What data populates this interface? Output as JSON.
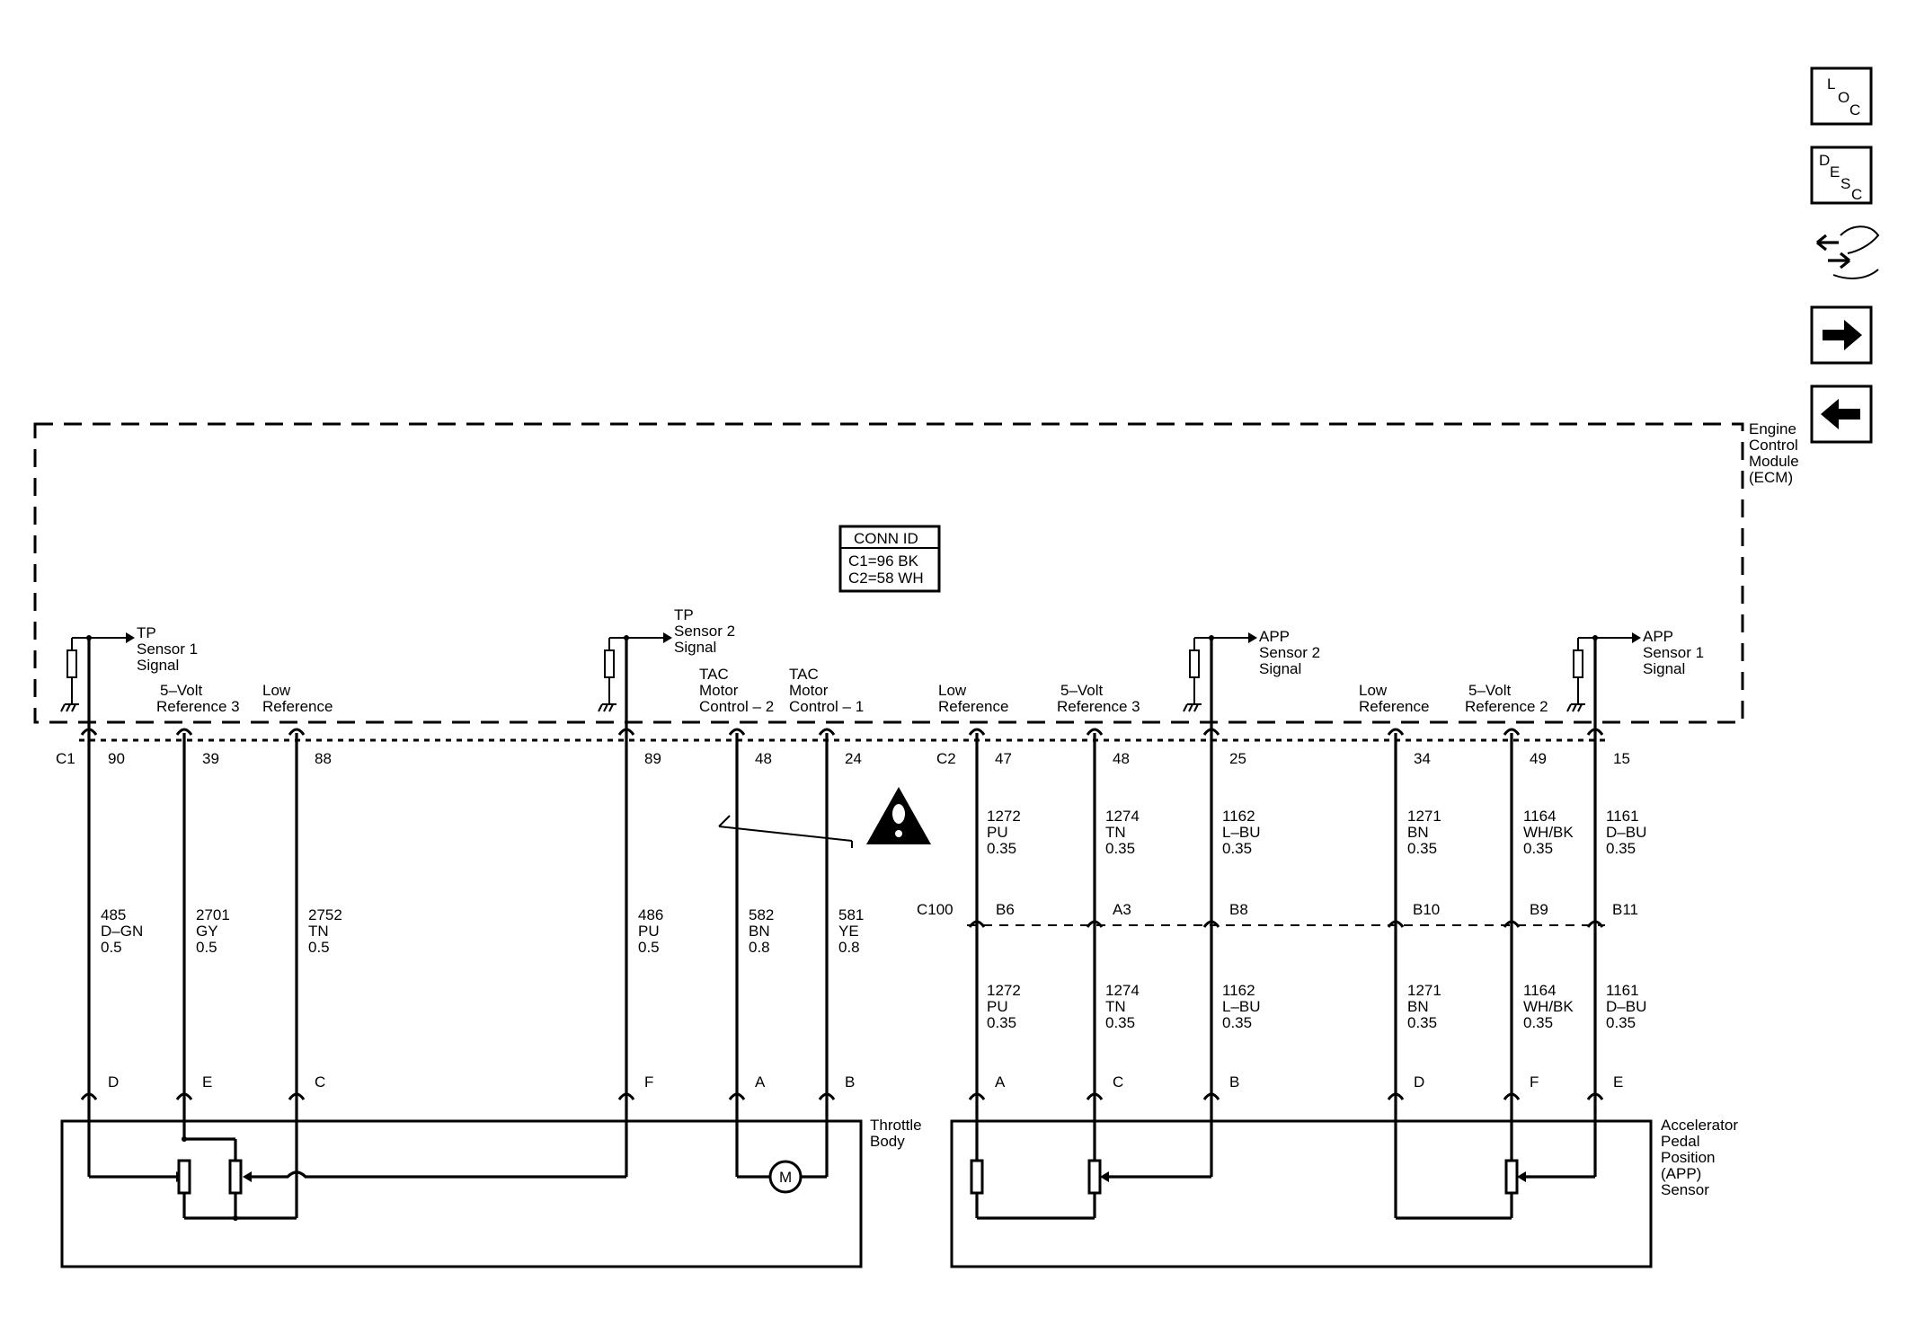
{
  "nav": {
    "loc": {
      "l1": "L",
      "l2": "O",
      "l3": "C"
    },
    "desc": {
      "l1": "D",
      "l2": "E",
      "l3": "S",
      "l4": "C"
    }
  },
  "module": {
    "name": [
      "Engine",
      "Control",
      "Module",
      "(ECM)"
    ],
    "conn_id": {
      "title": "CONN ID",
      "c1": "C1=96 BK",
      "c2": "C2=58 WH"
    }
  },
  "signals": {
    "tp1": [
      "TP",
      "Sensor 1",
      "Signal"
    ],
    "tp2": [
      "TP",
      "Sensor 2",
      "Signal"
    ],
    "app2": [
      "APP",
      "Sensor 2",
      "Signal"
    ],
    "app1": [
      "APP",
      "Sensor 1",
      "Signal"
    ]
  },
  "circuit_labels": {
    "ref3_left": [
      "5–Volt",
      "Reference 3"
    ],
    "low_left": [
      "Low",
      "Reference"
    ],
    "tac2": [
      "TAC",
      "Motor",
      "Control – 2"
    ],
    "tac1": [
      "TAC",
      "Motor",
      "Control – 1"
    ],
    "low_c2": [
      "Low",
      "Reference"
    ],
    "ref3_c2": [
      "5–Volt",
      "Reference 3"
    ],
    "low_right": [
      "Low",
      "Reference"
    ],
    "ref2": [
      "5–Volt",
      "Reference 2"
    ]
  },
  "connectors": {
    "c1": "C1",
    "c2": "C2",
    "c100": "C100"
  },
  "pins_top": [
    "90",
    "39",
    "88",
    "89",
    "48",
    "24",
    "47",
    "48",
    "25",
    "34",
    "49",
    "15"
  ],
  "wires_left": [
    [
      "485",
      "D–GN",
      "0.5"
    ],
    [
      "2701",
      "GY",
      "0.5"
    ],
    [
      "2752",
      "TN",
      "0.5"
    ],
    [
      "486",
      "PU",
      "0.5"
    ],
    [
      "582",
      "BN",
      "0.8"
    ],
    [
      "581",
      "YE",
      "0.8"
    ]
  ],
  "wires_right_upper": [
    [
      "1272",
      "PU",
      "0.35"
    ],
    [
      "1274",
      "TN",
      "0.35"
    ],
    [
      "1162",
      "L–BU",
      "0.35"
    ],
    [
      "1271",
      "BN",
      "0.35"
    ],
    [
      "1164",
      "WH/BK",
      "0.35"
    ],
    [
      "1161",
      "D–BU",
      "0.35"
    ]
  ],
  "c100_pins": [
    "B6",
    "A3",
    "B8",
    "B10",
    "B9",
    "B11"
  ],
  "wires_right_lower": [
    [
      "1272",
      "PU",
      "0.35"
    ],
    [
      "1274",
      "TN",
      "0.35"
    ],
    [
      "1162",
      "L–BU",
      "0.35"
    ],
    [
      "1271",
      "BN",
      "0.35"
    ],
    [
      "1164",
      "WH/BK",
      "0.35"
    ],
    [
      "1161",
      "D–BU",
      "0.35"
    ]
  ],
  "throttle_pins": [
    "D",
    "E",
    "C",
    "F",
    "A",
    "B"
  ],
  "app_pins": [
    "A",
    "C",
    "B",
    "D",
    "F",
    "E"
  ],
  "components": {
    "throttle": [
      "Throttle",
      "Body"
    ],
    "app": [
      "Accelerator",
      "Pedal",
      "Position",
      "(APP)",
      "Sensor"
    ],
    "motor": "M"
  }
}
